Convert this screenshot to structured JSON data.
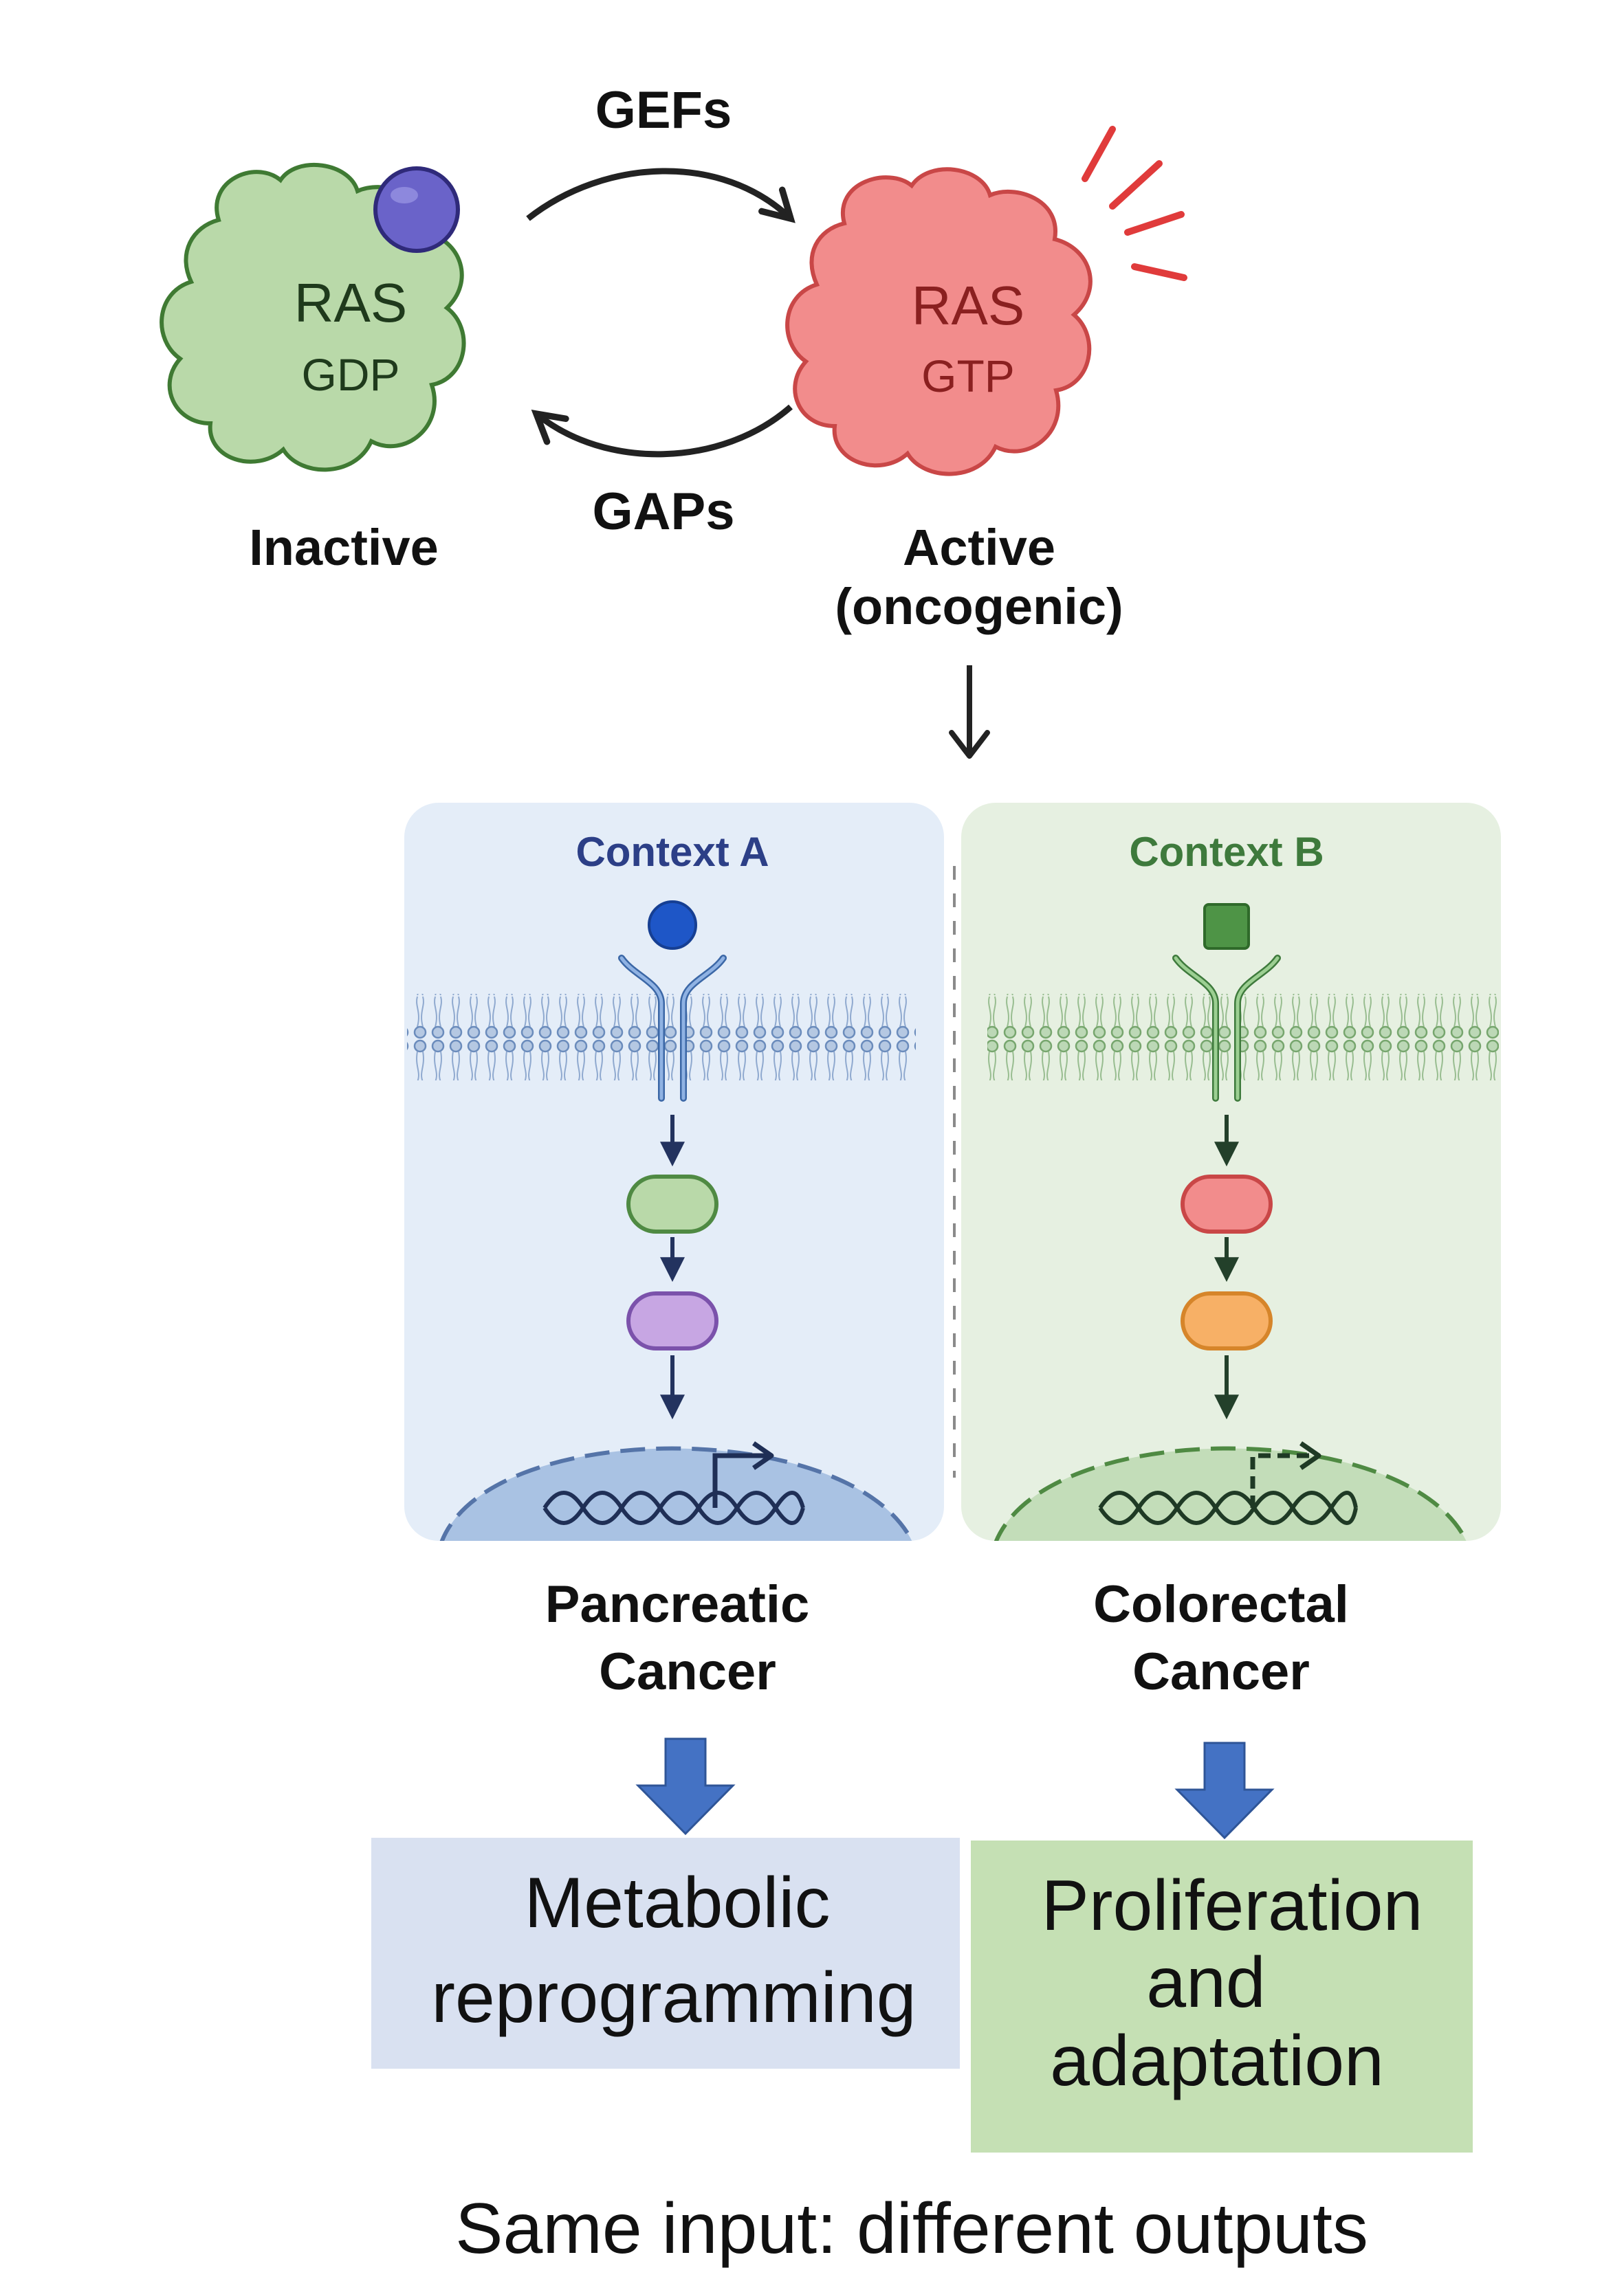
{
  "cycle": {
    "inactive": {
      "protein": "RAS",
      "nucleotide": "GDP",
      "state": "Inactive"
    },
    "active": {
      "protein": "RAS",
      "nucleotide": "GTP",
      "state_line1": "Active",
      "state_line2": "(oncogenic)"
    },
    "forward_label": "GEFs",
    "reverse_label": "GAPs"
  },
  "contexts": [
    {
      "title": "Context A",
      "cancer_line1": "Pancreatic",
      "cancer_line2": "Cancer",
      "outcome_lines": [
        "Metabolic",
        "reprogramming"
      ]
    },
    {
      "title": "Context B",
      "cancer_line1": "Colorectal",
      "cancer_line2": "Cancer",
      "outcome_lines": [
        "Proliferation",
        "and",
        "adaptation"
      ]
    }
  ],
  "caption": "Same input: different outputs",
  "colors": {
    "inactive_fill": "#b9d9a9",
    "inactive_stroke": "#3f7a33",
    "active_fill": "#f28c8c",
    "active_stroke": "#c94747",
    "nucleotide_ball": "#6a63c9",
    "context_a_panel": "#e4edf8",
    "context_a_accent": "#2c3f87",
    "context_b_panel": "#e6f0e1",
    "context_b_accent": "#3e7a3c",
    "outcome_a_box": "#d9e1f1",
    "outcome_b_box": "#c5e0b4",
    "block_arrow": "#4472c4"
  }
}
